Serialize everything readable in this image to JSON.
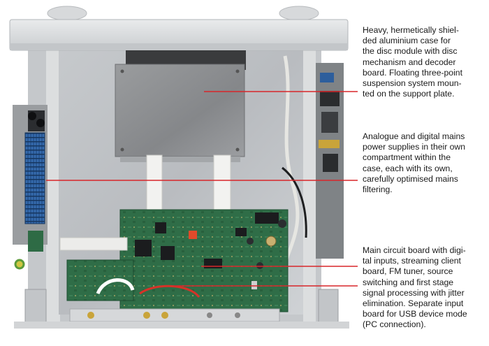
{
  "image": {
    "subject": "open-device-interior-photo",
    "colors": {
      "case": "#d6d8da",
      "plate": "#8a8c8e",
      "pcb": "#2e6b45",
      "heatsink": "#2d5e9c",
      "pointer": "#d8262a"
    }
  },
  "captions": [
    {
      "id": "disc-module",
      "lines": [
        "Heavy, hermetically shiel-",
        "ded aluminium case for",
        "the disc module with disc",
        "mechanism and decoder",
        "board. Floating three-point",
        "suspension system moun-",
        "ted on the support plate."
      ]
    },
    {
      "id": "power-supplies",
      "lines": [
        "Analogue and digital mains",
        "power supplies in their own",
        "compartment within the",
        "case, each with its own,",
        "carefully optimised mains",
        "filtering."
      ]
    },
    {
      "id": "main-board",
      "lines": [
        "Main circuit board with digi-",
        "tal inputs, streaming client",
        "board, FM tuner, source",
        "switching and first stage",
        "signal processing with jitter",
        "elimination. Separate input",
        "board for USB device mode",
        "(PC connection)."
      ]
    }
  ]
}
